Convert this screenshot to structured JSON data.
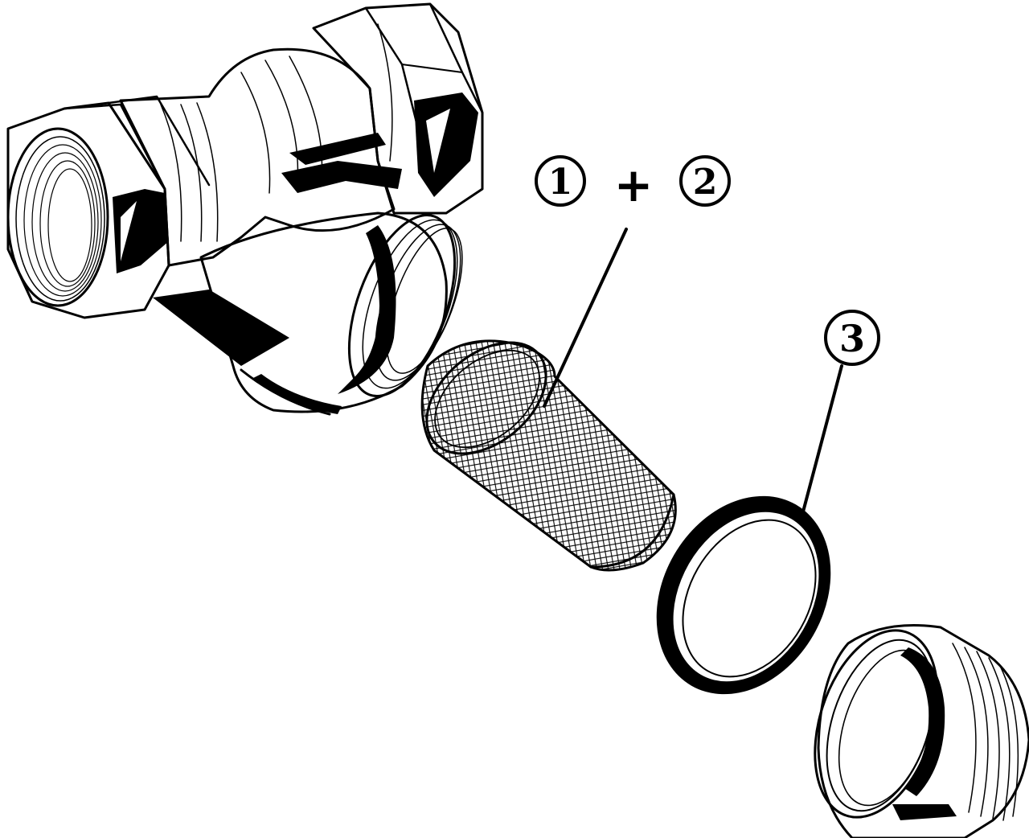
{
  "callouts": {
    "strainer_label": {
      "part_a": "1",
      "operator": "+",
      "part_b": "2"
    },
    "seal_label": {
      "part": "3"
    }
  },
  "colors": {
    "line": "#000000",
    "background": "#ffffff"
  }
}
